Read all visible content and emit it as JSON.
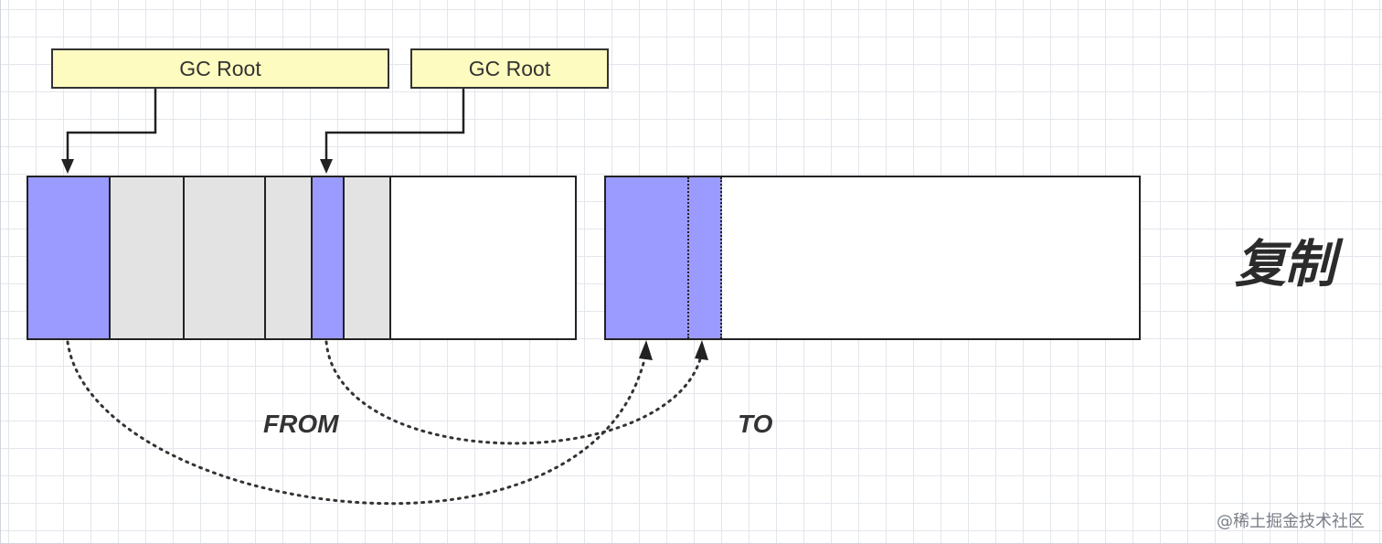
{
  "gc_roots": [
    {
      "label": "GC Root"
    },
    {
      "label": "GC Root"
    }
  ],
  "from_space": {
    "label": "FROM",
    "cells": [
      {
        "state": "live"
      },
      {
        "state": "dead"
      },
      {
        "state": "dead"
      },
      {
        "state": "dead"
      },
      {
        "state": "live"
      },
      {
        "state": "dead"
      },
      {
        "state": "free"
      }
    ]
  },
  "to_space": {
    "label": "TO",
    "cells": [
      {
        "state": "copied"
      },
      {
        "state": "copied"
      },
      {
        "state": "free"
      }
    ]
  },
  "caption": "复制",
  "watermark": "@稀土掘金技术社区",
  "colors": {
    "live": "#9a9aff",
    "dead": "#e3e3e3",
    "free": "#ffffff",
    "root_fill": "#fdfbbf",
    "line": "#222222"
  }
}
